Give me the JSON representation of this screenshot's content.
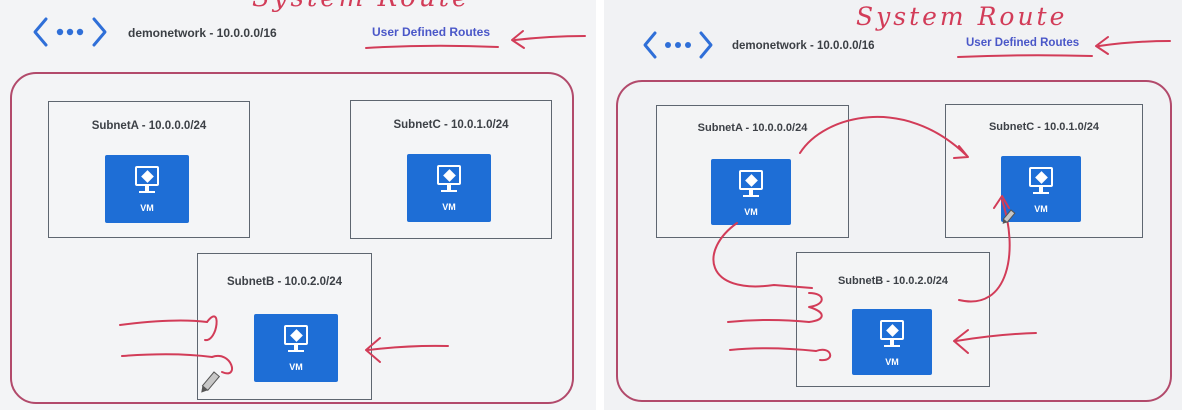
{
  "network": {
    "icon": "vnet-icon",
    "title": "demonetwork - 10.0.0.0/16",
    "user_defined_routes": "User Defined Routes"
  },
  "annotation": {
    "heading": "System Route"
  },
  "subnets": {
    "a": {
      "label": "SubnetA - 10.0.0.0/24"
    },
    "b": {
      "label": "SubnetB - 10.0.2.0/24"
    },
    "c": {
      "label": "SubnetC - 10.0.1.0/24"
    }
  },
  "vm": {
    "label": "VM",
    "icon": "monitor-cube-icon",
    "color": "#1e6ed6"
  },
  "colors": {
    "ink": "#d23c58",
    "vnet_border": "#b24a6b",
    "link": "#4a57c8"
  }
}
